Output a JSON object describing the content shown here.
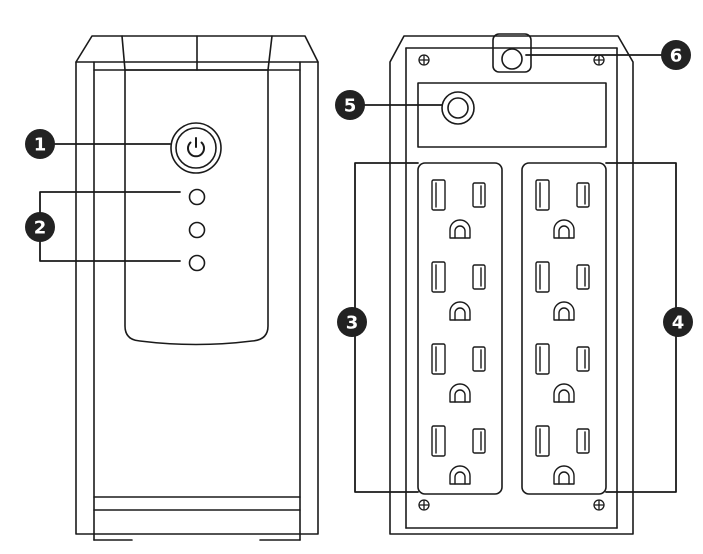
{
  "figure": {
    "type": "product diagram",
    "views": [
      "front",
      "rear"
    ],
    "front_view": {
      "led_indicator_count": 3
    },
    "rear_view": {
      "outlet_banks": 2,
      "outlets_per_bank": 4
    }
  },
  "callouts": {
    "c1": "1",
    "c2": "2",
    "c3": "3",
    "c4": "4",
    "c5": "5",
    "c6": "6"
  },
  "colors": {
    "line": "#1a1a1a",
    "badge": "#222222",
    "background": "#ffffff"
  }
}
